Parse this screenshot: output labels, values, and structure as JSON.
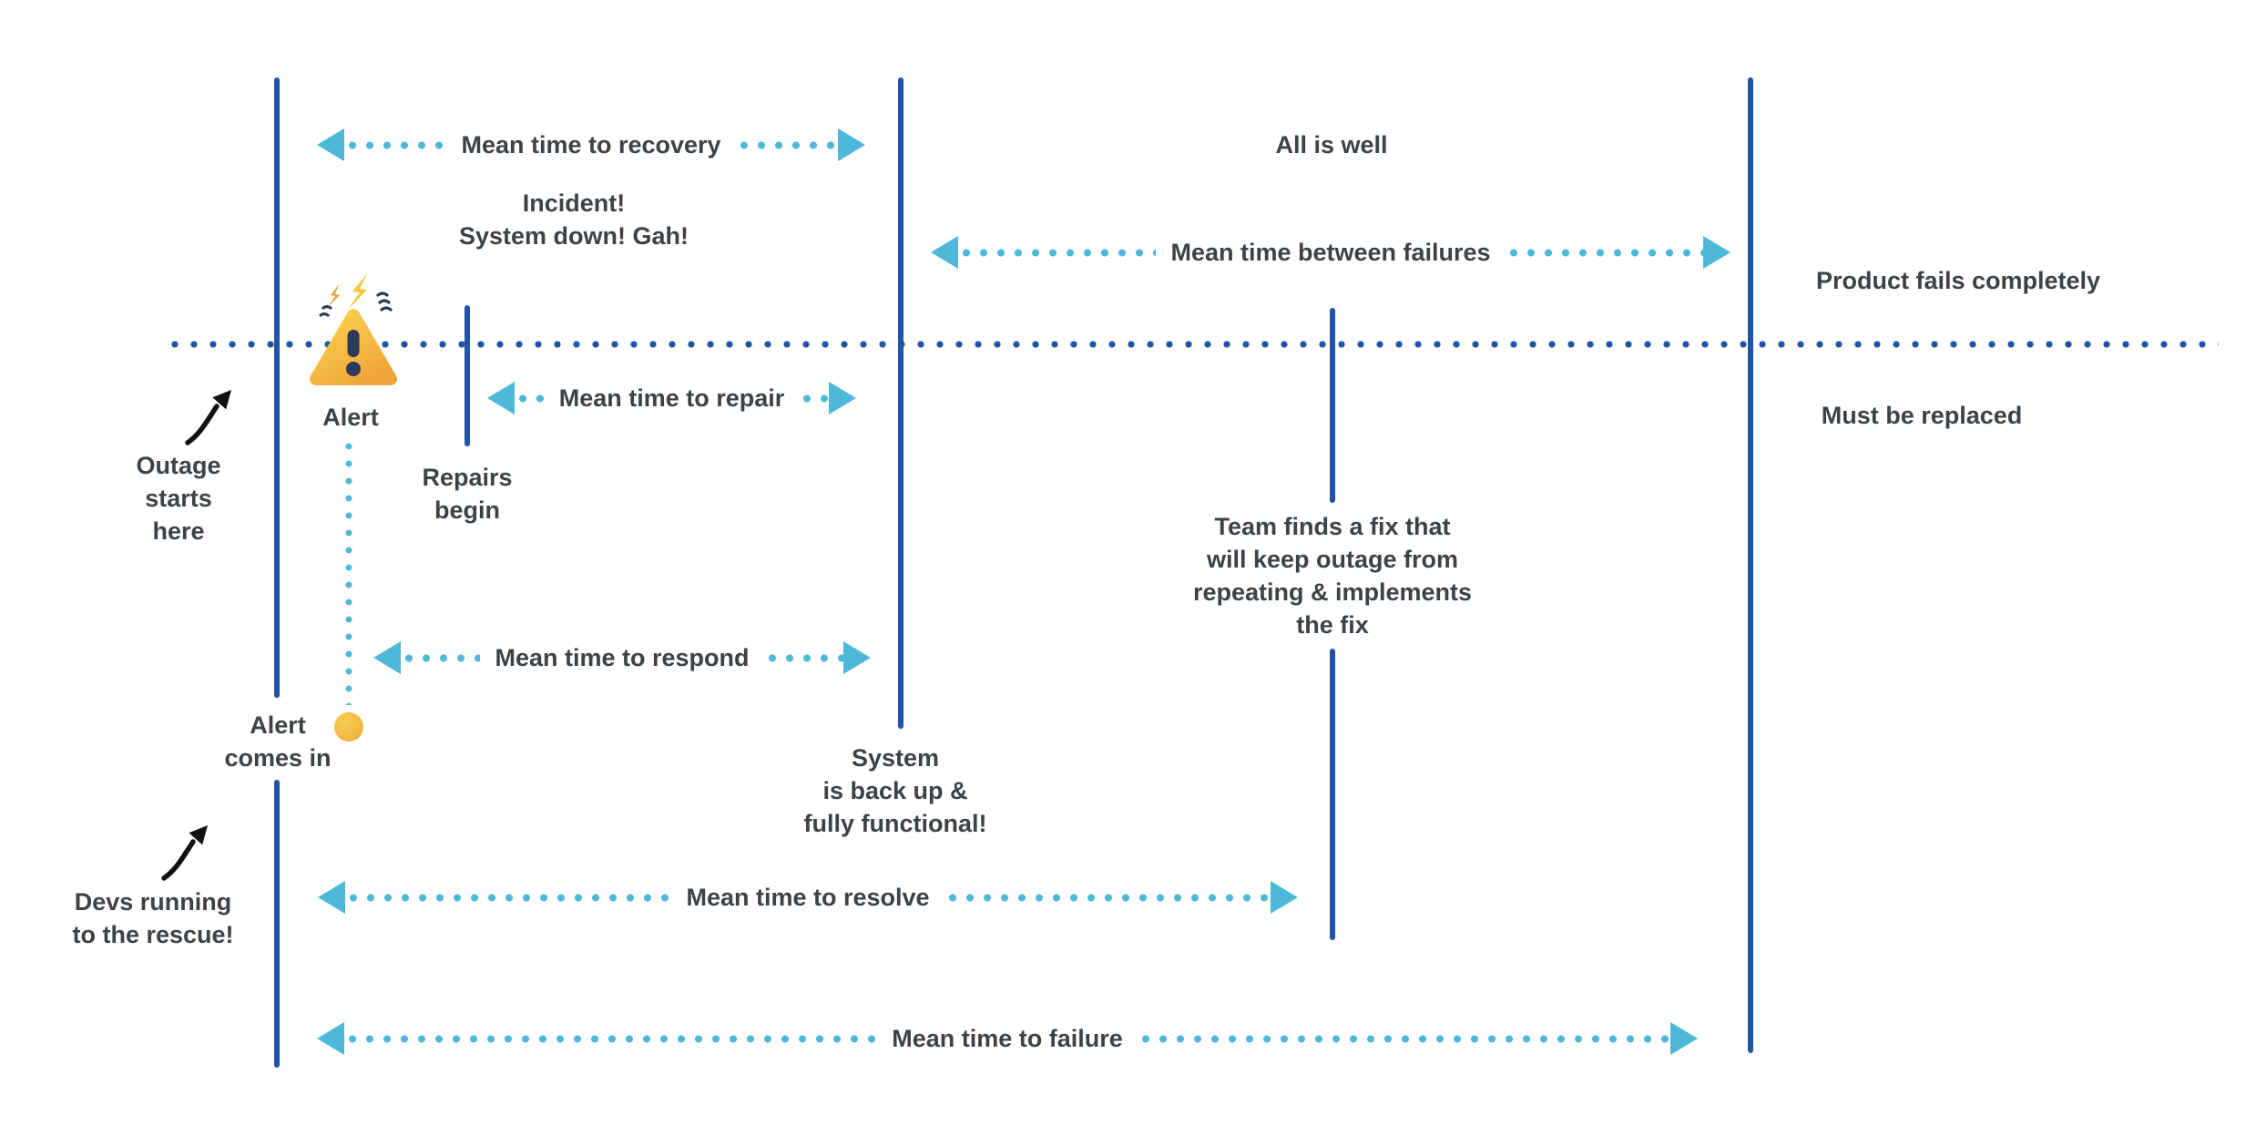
{
  "colors": {
    "navy": "#2153a6",
    "sky": "#4db8da",
    "text": "#3d4247",
    "ink": "#111111",
    "alert_yellow": "#f9d24c",
    "alert_orange": "#f0a63b",
    "alert_ink": "#2e3a59"
  },
  "metrics": {
    "recovery": "Mean time to recovery",
    "between_failures": "Mean time between failures",
    "repair": "Mean time to repair",
    "respond": "Mean time to respond",
    "resolve": "Mean time to resolve",
    "failure": "Mean time to failure"
  },
  "annotations": {
    "all_is_well": "All is well",
    "incident": "Incident!\nSystem down! Gah!",
    "product_fails": "Product fails completely",
    "must_be_replaced": "Must be replaced",
    "alert": "Alert",
    "repairs_begin": "Repairs\nbegin",
    "outage_starts": "Outage\nstarts\nhere",
    "team_fix": "Team finds a fix that\nwill keep outage from\nrepeating & implements\nthe fix",
    "alert_comes_in": "Alert\ncomes in",
    "system_back": "System\nis back up &\nfully functional!",
    "devs_running": "Devs running\nto the rescue!"
  },
  "icons": {
    "warning_triangle": "warning-triangle-icon",
    "alert_dot": "alert-dot-icon",
    "curved_arrow": "curved-arrow-icon",
    "arrowheads": "double-arrowhead-icons"
  }
}
